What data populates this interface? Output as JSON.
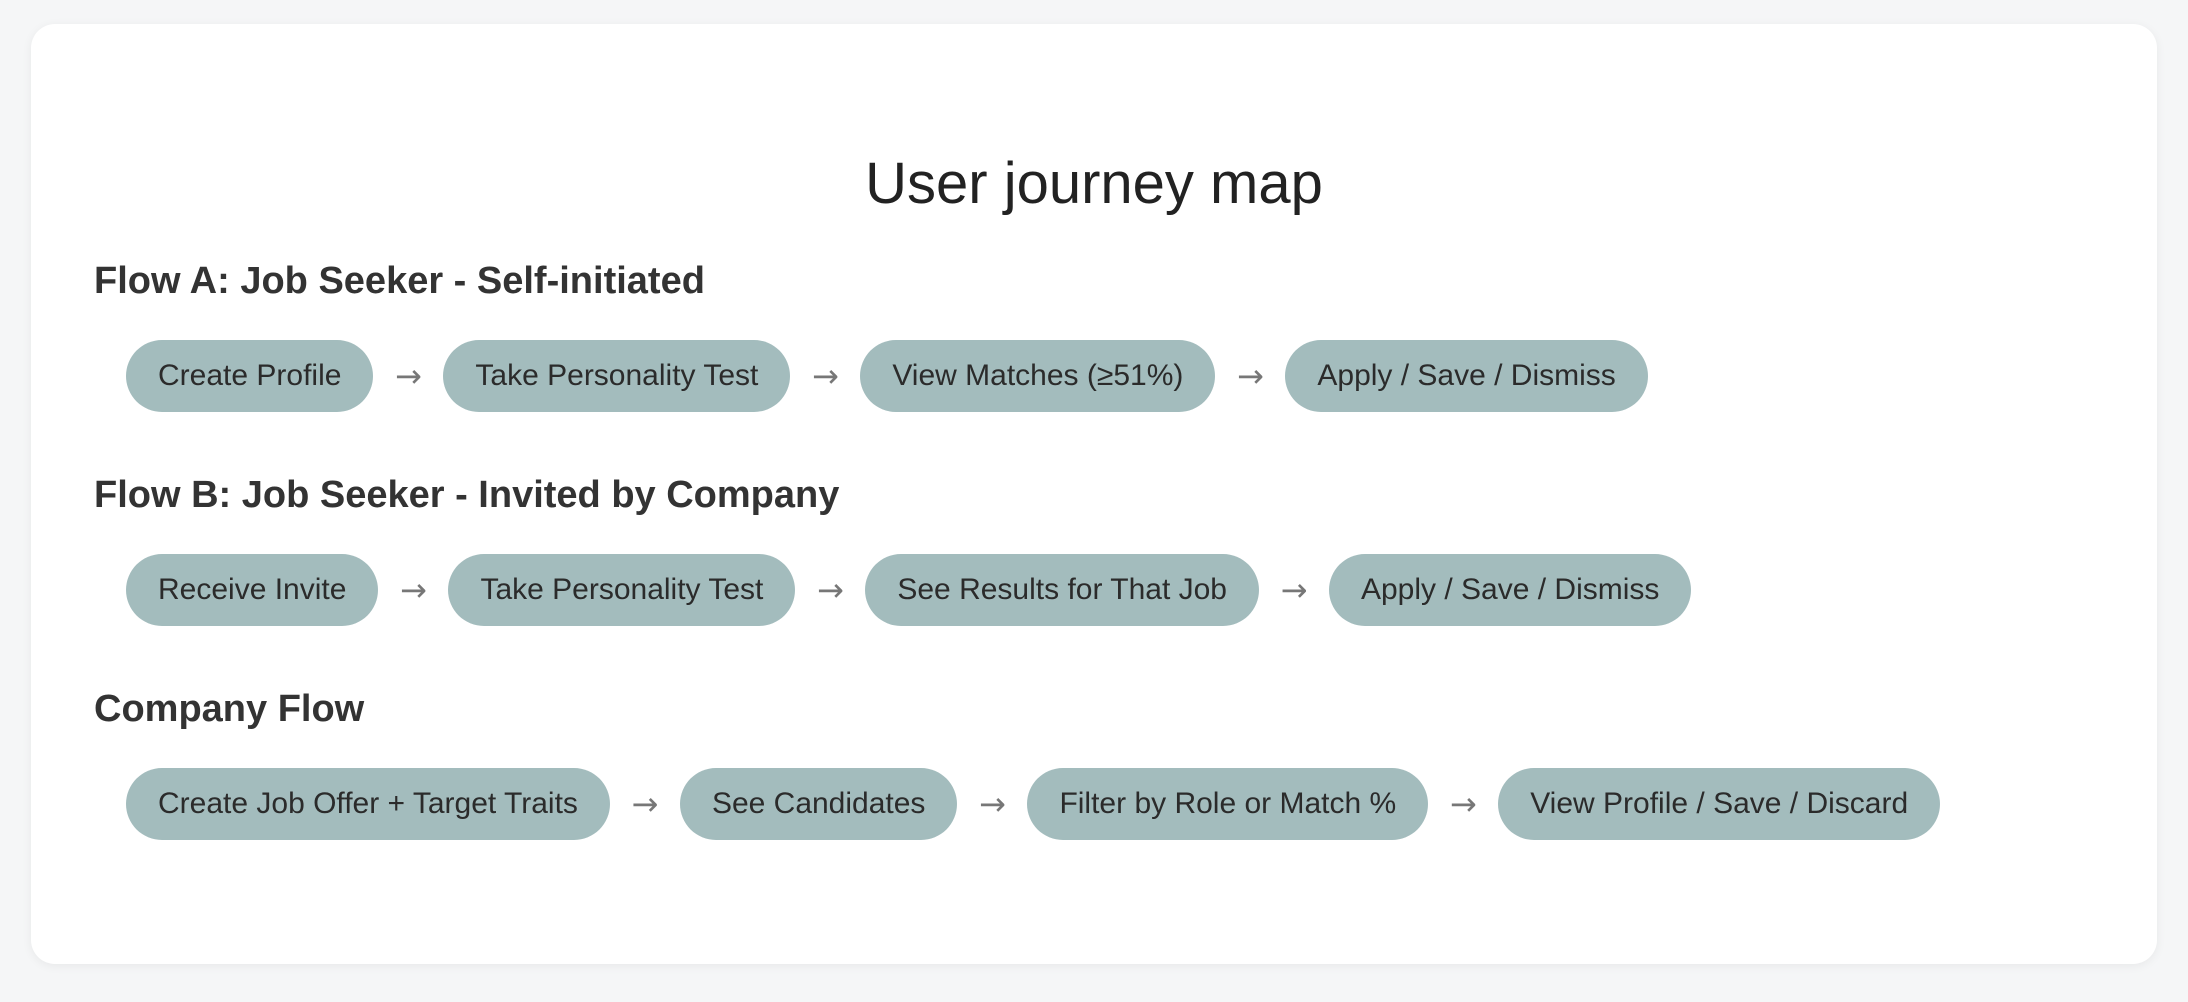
{
  "page": {
    "title": "User journey map"
  },
  "flows": [
    {
      "heading": "Flow A: Job Seeker - Self-initiated",
      "steps": [
        "Create Profile",
        "Take Personality Test",
        "View Matches (≥51%)",
        "Apply / Save / Dismiss"
      ]
    },
    {
      "heading": "Flow B: Job Seeker - Invited by Company",
      "steps": [
        "Receive Invite",
        "Take Personality Test",
        "See Results for That Job",
        "Apply / Save / Dismiss"
      ]
    },
    {
      "heading": "Company Flow",
      "steps": [
        "Create Job Offer + Target Traits",
        "See Candidates",
        "Filter by Role or Match %",
        "View Profile / Save / Discard"
      ]
    }
  ],
  "arrow_glyph": "→",
  "colors": {
    "background": "#f5f6f7",
    "card": "#ffffff",
    "step_fill": "#a3bcbd",
    "text": "#222222",
    "arrow": "#777777"
  }
}
